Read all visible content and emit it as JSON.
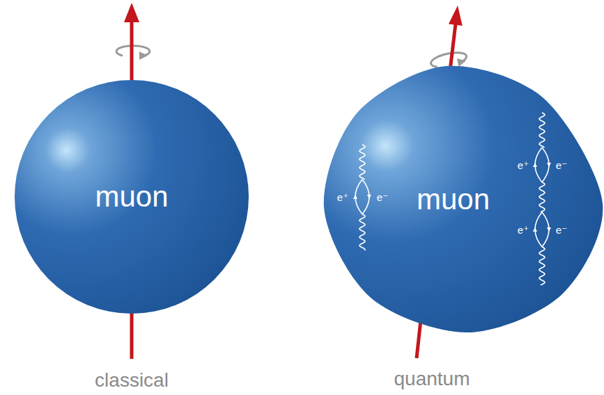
{
  "diagram": {
    "nodes": [
      {
        "text": [
          "muon"
        ]
      },
      {
        "text": [
          "muon"
        ]
      }
    ],
    "labels": [
      "classical",
      "e⁺",
      "e⁻",
      "e⁺",
      "e⁻",
      "e⁺",
      "e⁻",
      "quantum"
    ]
  }
}
